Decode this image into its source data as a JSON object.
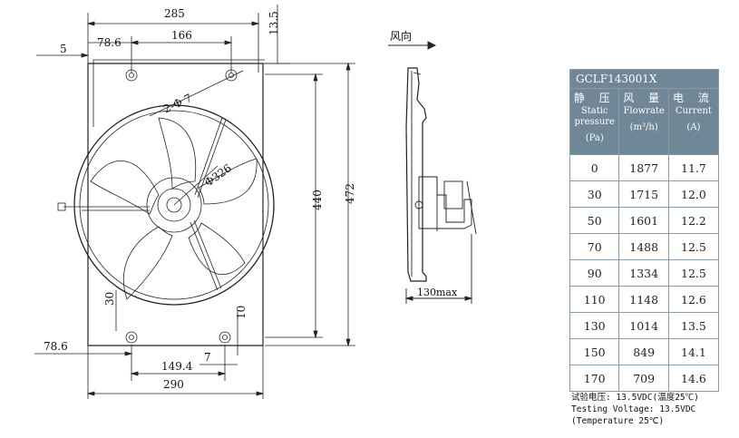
{
  "drawing": {
    "front_dims": {
      "overall_width_top": "285",
      "left_offset": "5",
      "hole_offset_top": "78.6",
      "hole_spacing_top": "166",
      "top_gap": "13.5",
      "mount_holes": "2-Φ 7",
      "fan_diameter": "Φ326",
      "inner_height": "440",
      "overall_height": "472",
      "hole_offset_bottom": "78.6",
      "bottom_spacing": "149.4",
      "bottom_hole": "7",
      "bottom_gap": "10",
      "left_vertical": "30",
      "overall_width_bottom": "290"
    },
    "side_view": {
      "airflow_label": "风向",
      "depth_label": "130max"
    }
  },
  "spec_table": {
    "model": "GCLF143001X",
    "headers": [
      {
        "cn": "静 压",
        "en": "Static pressure",
        "unit": "(Pa)"
      },
      {
        "cn": "风 量",
        "en": "Flowrate",
        "unit": "(m³/h)"
      },
      {
        "cn": "电 流",
        "en": "Current",
        "unit": "(A)"
      }
    ],
    "rows": [
      [
        "0",
        "1877",
        "11.7"
      ],
      [
        "30",
        "1715",
        "12.0"
      ],
      [
        "50",
        "1601",
        "12.2"
      ],
      [
        "70",
        "1488",
        "12.5"
      ],
      [
        "90",
        "1334",
        "12.5"
      ],
      [
        "110",
        "1148",
        "12.6"
      ],
      [
        "130",
        "1014",
        "13.5"
      ],
      [
        "150",
        "849",
        "14.1"
      ],
      [
        "170",
        "709",
        "14.6"
      ]
    ]
  },
  "test_note": {
    "line1": "试验电压: 13.5VDC(温度25℃)",
    "line2": "Testing Voltage: 13.5VDC",
    "line3": "(Temperature 25℃)"
  }
}
